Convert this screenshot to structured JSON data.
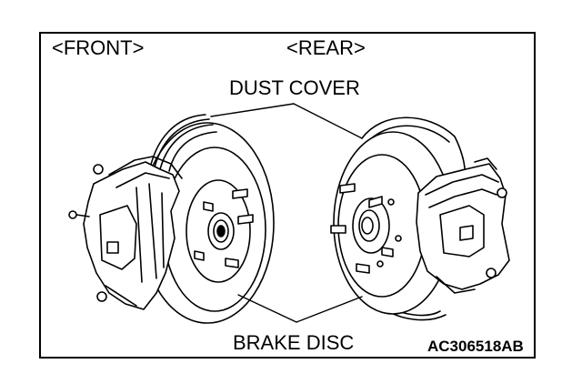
{
  "labels": {
    "front": "<FRONT>",
    "rear": "<REAR>",
    "dust_cover": "DUST COVER",
    "brake_disc": "BRAKE DISC",
    "figure_code": "AC306518AB"
  }
}
